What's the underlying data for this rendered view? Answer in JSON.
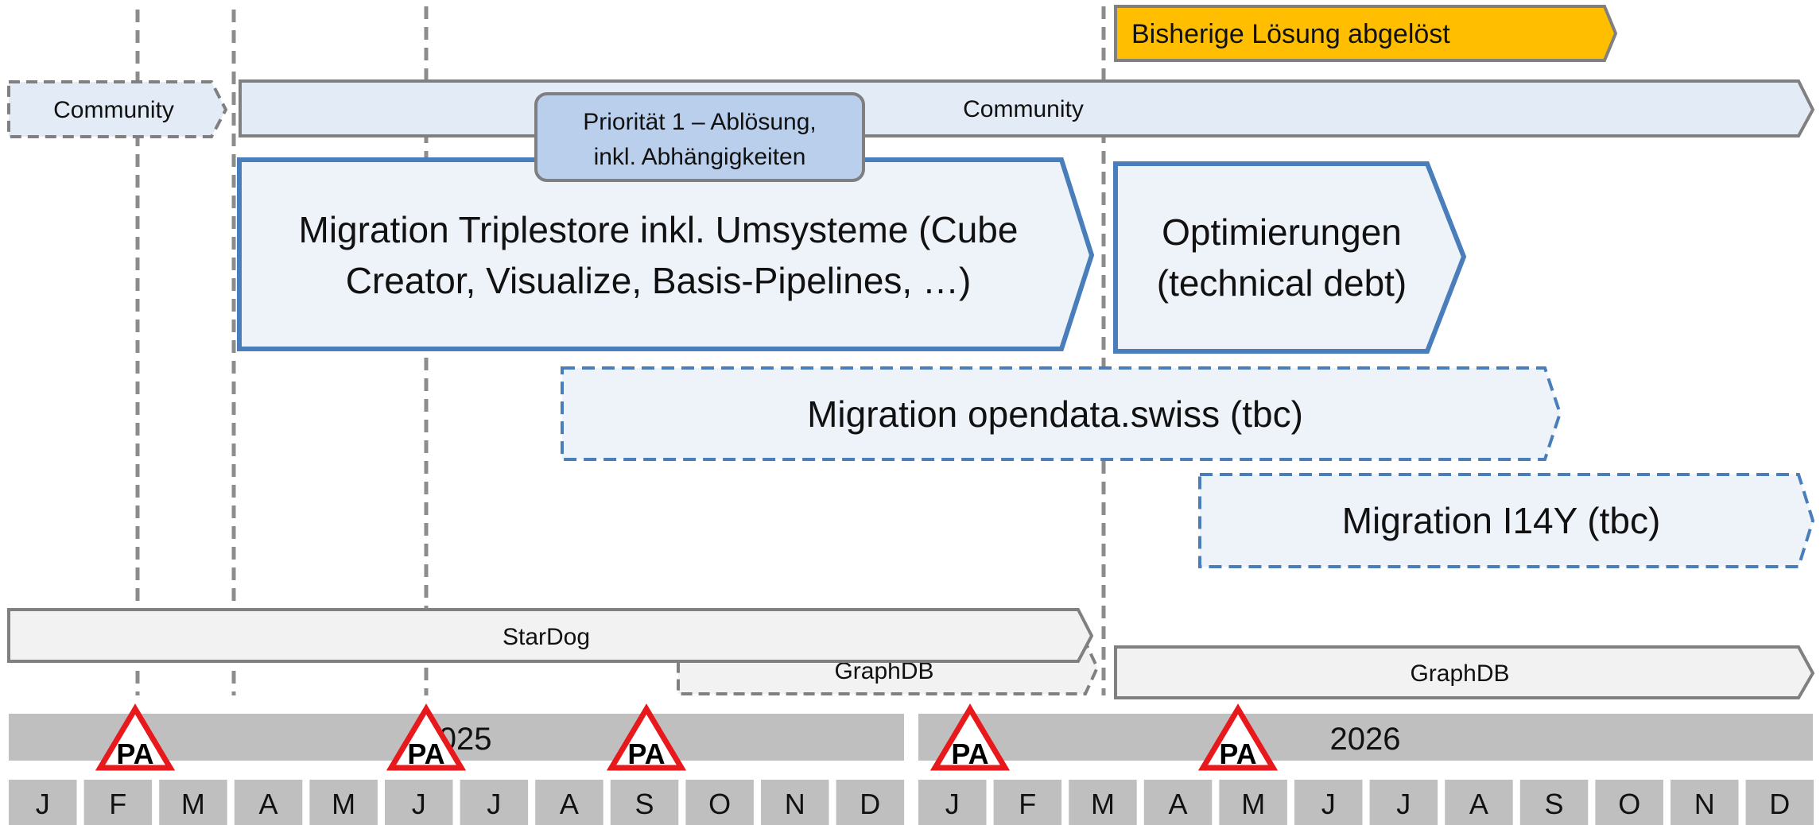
{
  "years": [
    "2025",
    "2026"
  ],
  "months": [
    "J",
    "F",
    "M",
    "A",
    "M",
    "J",
    "J",
    "A",
    "S",
    "O",
    "N",
    "D",
    "J",
    "F",
    "M",
    "A",
    "M",
    "J",
    "J",
    "A",
    "S",
    "O",
    "N",
    "D"
  ],
  "bars": {
    "bisherige": "Bisherige Lösung abgelöst",
    "community_small": "Community",
    "community_main": "Community",
    "prioritaet_line1": "Priorität 1 – Ablösung,",
    "prioritaet_line2": "inkl. Abhängigkeiten",
    "migration_triplestore_line1": "Migration Triplestore inkl. Umsysteme (Cube",
    "migration_triplestore_line2": "Creator, Visualize, Basis-Pipelines, …)",
    "optimierungen_line1": "Optimierungen",
    "optimierungen_line2": "(technical debt)",
    "migration_opendata": "Migration opendata.swiss (tbc)",
    "migration_i14y": "Migration I14Y (tbc)",
    "stardog": "StarDog",
    "graphdb_dashed": "GraphDB",
    "graphdb_solid": "GraphDB"
  },
  "pa_marker": "PA",
  "colors": {
    "accent_blue": "#4a7ebb",
    "light_blue_fill": "#eef3fa",
    "community_fill": "#e3ebf7",
    "prioritaet_fill": "#b9cfec",
    "gold": "#ffbf00",
    "gray_bar": "#bfbfbf",
    "marker_red": "#e8191c"
  }
}
